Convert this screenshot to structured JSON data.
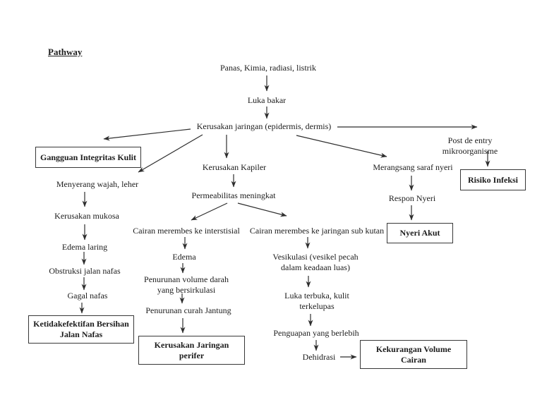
{
  "colors": {
    "ink": "#1c1c1c",
    "background": "#ffffff",
    "box_border": "#383838"
  },
  "nodes": {
    "title": "Pathway",
    "panas": "Panas, Kimia, radiasi, listrik",
    "luka_bakar": "Luka bakar",
    "kerusakan_jaringan": "Kerusakan jaringan (epidermis, dermis)",
    "post_entry": "Post de entry mikroorganisme",
    "gangguan_integritas": "Gangguan Integritas Kulit",
    "risiko_infeksi": "Risiko Infeksi",
    "kerusakan_kapiler": "Kerusakan Kapiler",
    "merangsang": "Merangsang saraf nyeri",
    "menyerang": "Menyerang wajah, leher",
    "permeabilitas": "Permeabilitas meningkat",
    "respon_nyeri": "Respon Nyeri",
    "kerusakan_mukosa": "Kerusakan mukosa",
    "cairan_interstisial": "Cairan merembes ke interstisial",
    "cairan_subkutan": "Cairan merembes ke jaringan sub kutan",
    "nyeri_akut": "Nyeri Akut",
    "edema_laring": "Edema laring",
    "edema": "Edema",
    "vesikulasi": "Vesikulasi (vesikel pecah\ndalam keadaan luas)",
    "obstruksi": "Obstruksi jalan nafas",
    "penurunan_volume": "Penurunan volume darah\nyang bersirkulasi",
    "gagal_nafas": "Gagal nafas",
    "luka_terbuka": "Luka terbuka, kulit\nterkelupas",
    "penurunan_curah": "Penurunan curah Jantung",
    "ketidakefektifan": "Ketidakefektifan Bersihan\nJalan Nafas",
    "penguapan": "Penguapan yang berlebih",
    "kerusakan_perifer": "Kerusakan Jaringan\nperifer",
    "dehidrasi": "Dehidrasi",
    "kekurangan_volume": "Kekurangan Volume\nCairan"
  },
  "edges": [
    {
      "from": "panas",
      "to": "luka_bakar"
    },
    {
      "from": "luka_bakar",
      "to": "kerusakan_jaringan"
    },
    {
      "from": "kerusakan_jaringan",
      "to": "gangguan_integritas"
    },
    {
      "from": "kerusakan_jaringan",
      "to": "menyerang"
    },
    {
      "from": "kerusakan_jaringan",
      "to": "kerusakan_kapiler"
    },
    {
      "from": "kerusakan_jaringan",
      "to": "merangsang"
    },
    {
      "from": "kerusakan_jaringan",
      "to": "post_entry"
    },
    {
      "from": "post_entry",
      "to": "risiko_infeksi"
    },
    {
      "from": "merangsang",
      "to": "respon_nyeri"
    },
    {
      "from": "respon_nyeri",
      "to": "nyeri_akut"
    },
    {
      "from": "kerusakan_kapiler",
      "to": "permeabilitas"
    },
    {
      "from": "permeabilitas",
      "to": "cairan_interstisial"
    },
    {
      "from": "permeabilitas",
      "to": "cairan_subkutan"
    },
    {
      "from": "cairan_interstisial",
      "to": "edema"
    },
    {
      "from": "cairan_subkutan",
      "to": "vesikulasi"
    },
    {
      "from": "edema",
      "to": "penurunan_volume"
    },
    {
      "from": "vesikulasi",
      "to": "luka_terbuka"
    },
    {
      "from": "menyerang",
      "to": "kerusakan_mukosa"
    },
    {
      "from": "kerusakan_mukosa",
      "to": "edema_laring"
    },
    {
      "from": "edema_laring",
      "to": "obstruksi"
    },
    {
      "from": "obstruksi",
      "to": "gagal_nafas"
    },
    {
      "from": "gagal_nafas",
      "to": "ketidakefektifan"
    },
    {
      "from": "penurunan_volume",
      "to": "penurunan_curah"
    },
    {
      "from": "penurunan_curah",
      "to": "kerusakan_perifer"
    },
    {
      "from": "luka_terbuka",
      "to": "penguapan"
    },
    {
      "from": "penguapan",
      "to": "dehidrasi"
    },
    {
      "from": "dehidrasi",
      "to": "kekurangan_volume"
    }
  ]
}
